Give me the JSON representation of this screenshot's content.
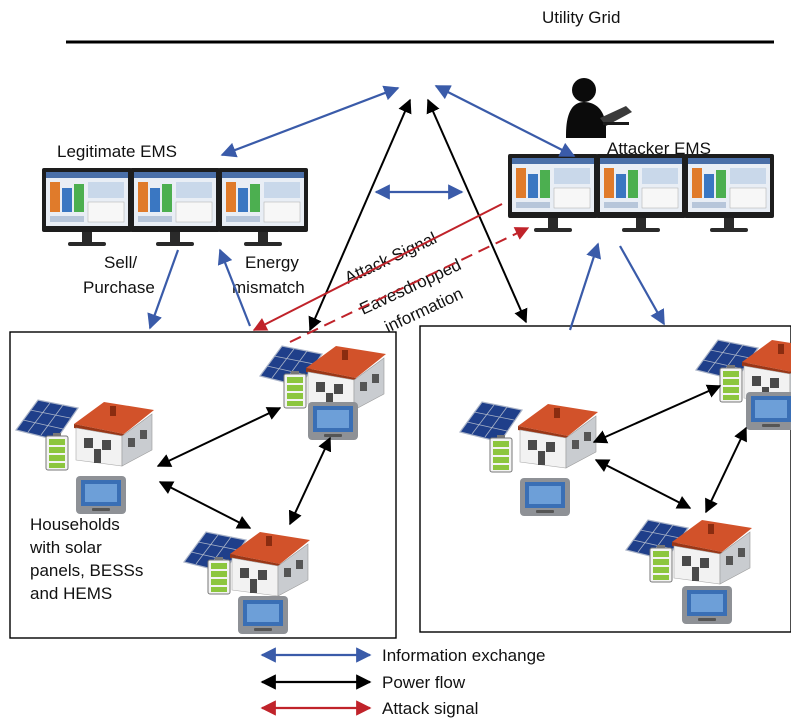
{
  "utility_grid": {
    "label": "Utility Grid"
  },
  "legitimate_ems": {
    "title": "Legitimate EMS"
  },
  "attacker_ems": {
    "title": "Attacker EMS"
  },
  "flows": {
    "sell_purchase": [
      "Sell/",
      "Purchase"
    ],
    "energy_mismatch": [
      "Energy",
      "mismatch"
    ],
    "attack_signal": "Attack Signal",
    "eavesdropped": [
      "Eavesdropped",
      "information"
    ]
  },
  "households_caption": [
    "Households",
    "with solar",
    "panels, BESSs",
    "and HEMS"
  ],
  "legend": [
    {
      "label": "Information exchange",
      "color": "#3a5ba9"
    },
    {
      "label": "Power flow",
      "color": "#000000"
    },
    {
      "label": "Attack signal",
      "color": "#c0232a"
    }
  ],
  "colors": {
    "info": "#3a5ba9",
    "power": "#000000",
    "attack": "#c0232a"
  }
}
